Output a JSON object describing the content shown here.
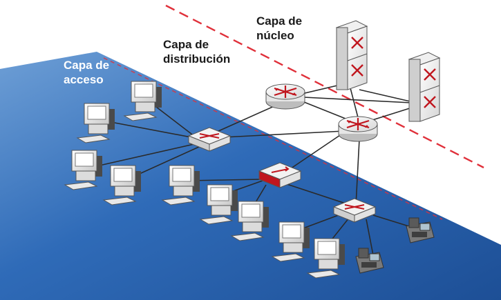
{
  "labels": {
    "core": "Capa de\nnúcleo",
    "distribution": "Capa de\ndistribución",
    "access": "Capa de\nacceso"
  },
  "colors": {
    "background_dark": "#1d5aa6",
    "background_light": "#ffffff",
    "separator": "#e0303a",
    "device_red": "#c0161e",
    "link": "#2a2a2a"
  },
  "icons": {
    "core": "layer3-switch-icon",
    "router": "router-icon",
    "distribution": "multilayer-switch-icon",
    "access": "workgroup-switch-icon",
    "host": "desktop-pc-icon",
    "phone": "ip-phone-icon"
  }
}
